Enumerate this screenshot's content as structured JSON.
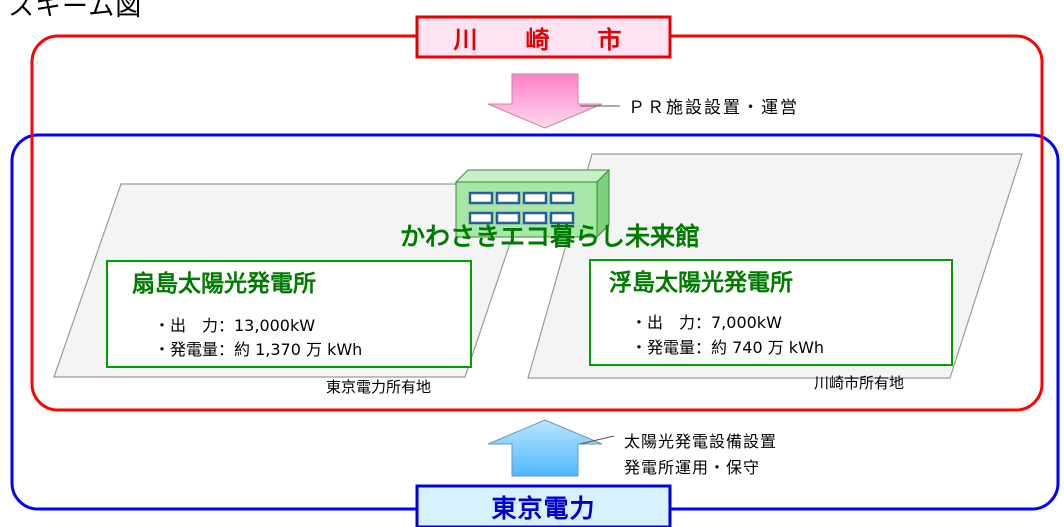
{
  "heading": "スキーム図",
  "city": {
    "name": "川　崎　市",
    "role": "ＰＲ施設設置・運営"
  },
  "tepco": {
    "name": "東京電力",
    "role_line1": "太陽光発電設備設置",
    "role_line2": "発電所運用・保守"
  },
  "facility": {
    "name": "かわさきエコ暮らし未来館"
  },
  "plants": [
    {
      "name": "扇島太陽光発電所",
      "output": "・出　力：13,000kW",
      "generation": "・発電量：約 1,370 万 kWh",
      "land": "東京電力所有地"
    },
    {
      "name": "浮島太陽光発電所",
      "output": "・出　力：7,000kW",
      "generation": "・発電量：約 740 万 kWh",
      "land": "川崎市所有地"
    }
  ],
  "colors": {
    "city": "#ff0000",
    "tepco": "#0000ff",
    "plant": "#00a000",
    "pr_arrow": "#ff9fd2",
    "tepco_arrow": "#7fd0ff"
  }
}
